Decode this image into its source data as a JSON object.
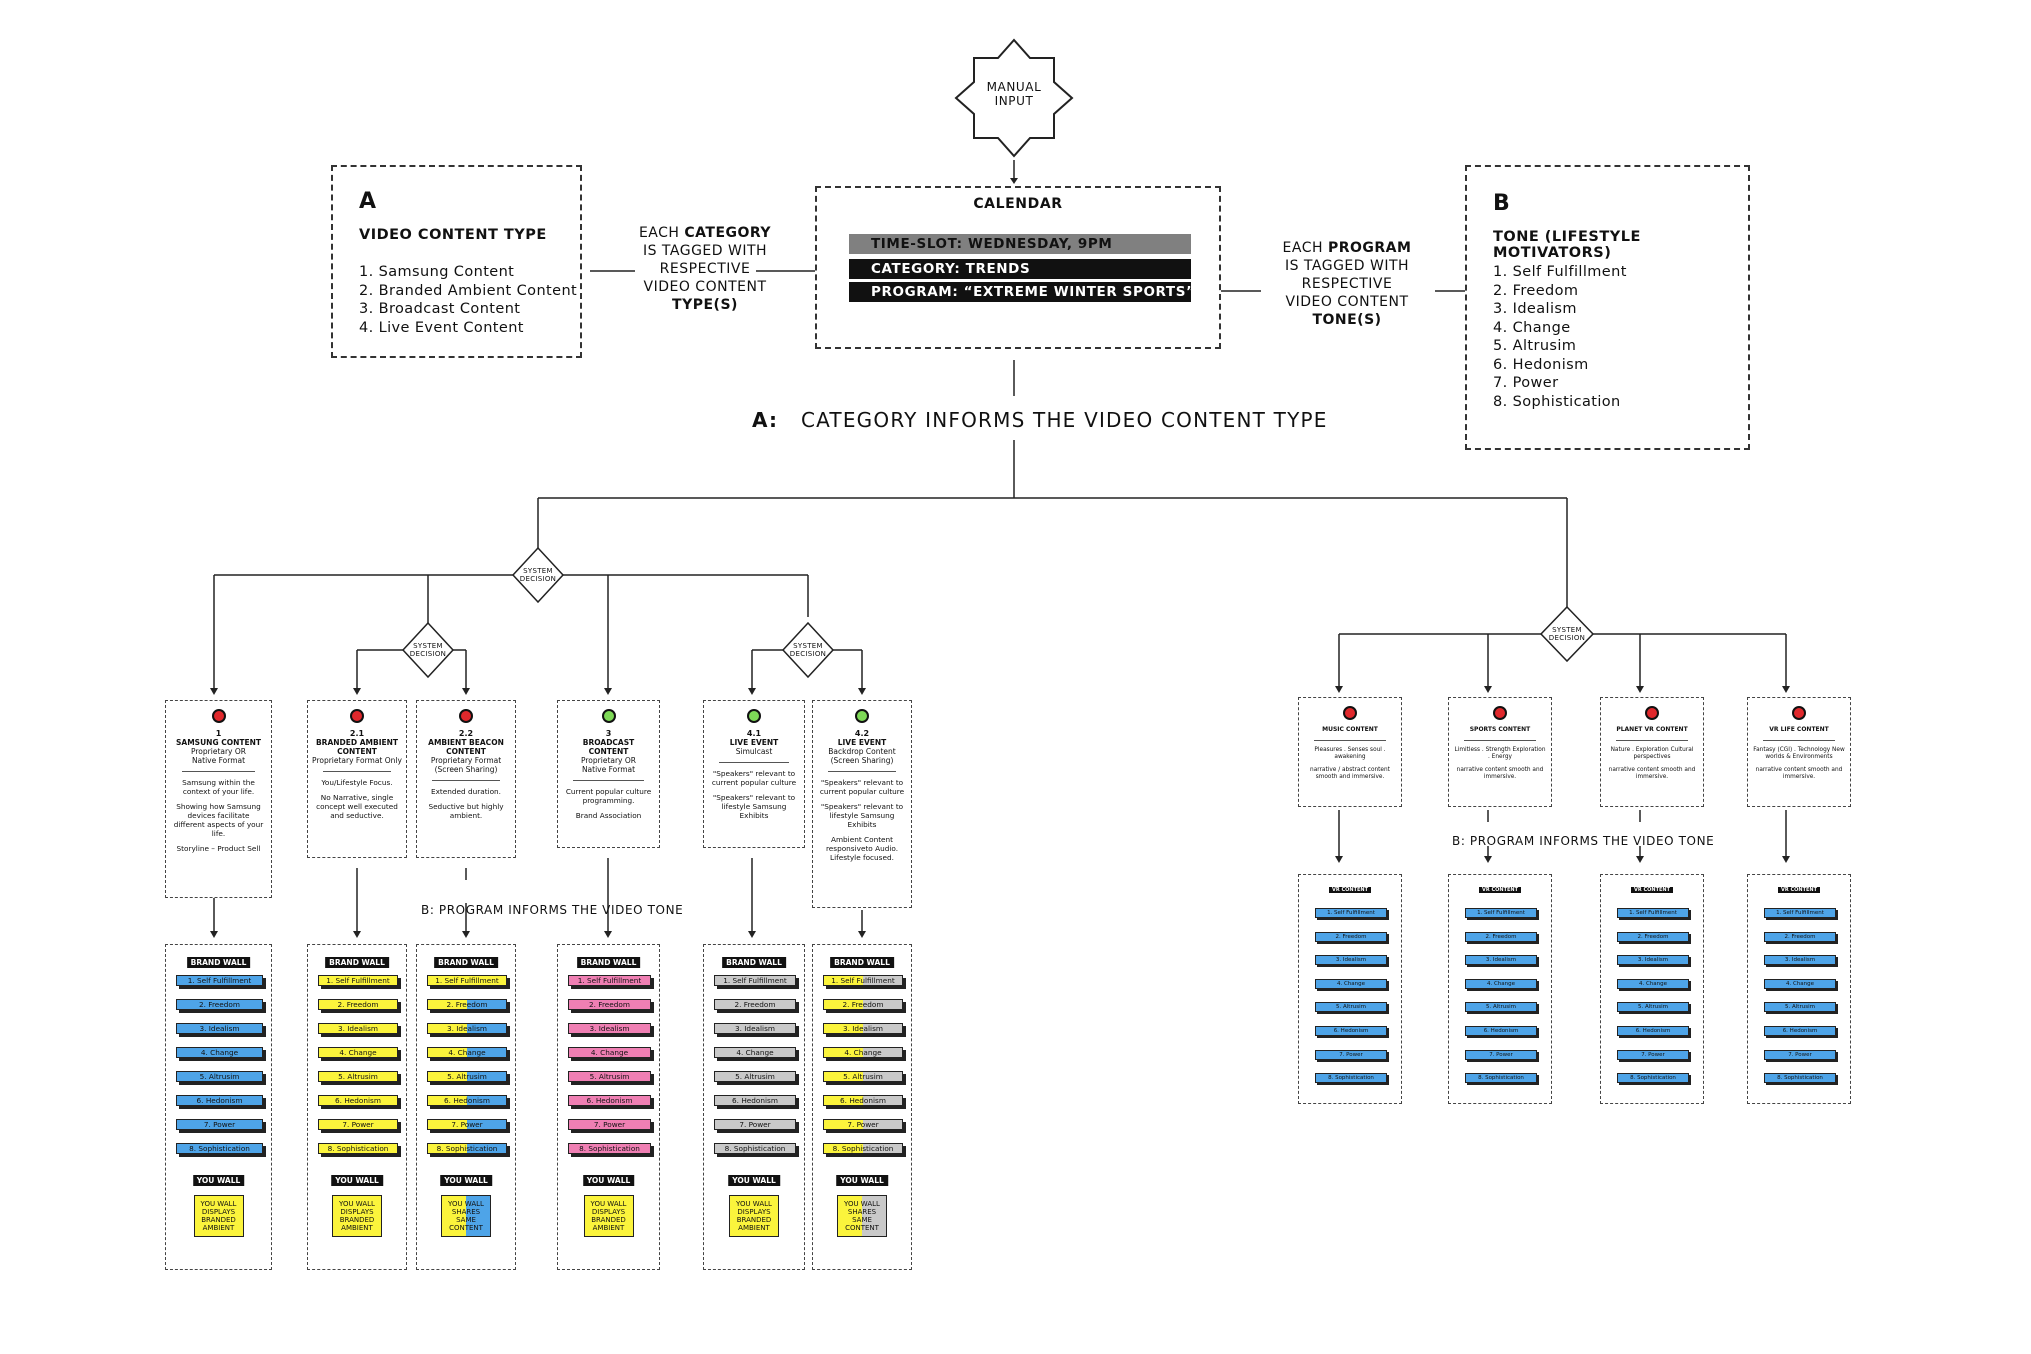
{
  "manual_input": "MANUAL\nINPUT",
  "panel_a": {
    "letter": "A",
    "title": "VIDEO CONTENT TYPE",
    "items": [
      "1. Samsung Content",
      "2. Branded Ambient Content",
      "3. Broadcast Content",
      "4. Live Event Content"
    ]
  },
  "panel_b": {
    "letter": "B",
    "title": "TONE (LIFESTYLE MOTIVATORS)",
    "items": [
      "1. Self Fulfillment",
      "2. Freedom",
      "3. Idealism",
      "4. Change",
      "5. Altrusim",
      "6. Hedonism",
      "7. Power",
      "8. Sophistication"
    ]
  },
  "category_note": {
    "l1": "EACH",
    "l1b": "CATEGORY",
    "l2": "IS TAGGED WITH",
    "l3": "RESPECTIVE",
    "l4": "VIDEO CONTENT",
    "l5": "TYPE(S)"
  },
  "program_note": {
    "l1": "EACH",
    "l1b": "PROGRAM",
    "l2": "IS TAGGED WITH",
    "l3": "RESPECTIVE",
    "l4": "VIDEO CONTENT",
    "l5": "TONE(S)"
  },
  "calendar": {
    "title": "CALENDAR",
    "time_slot": "TIME-SLOT:  WEDNESDAY, 9PM",
    "category": "CATEGORY: TRENDS",
    "program": "PROGRAM: “EXTREME WINTER SPORTS”"
  },
  "heading_a": {
    "prefix": "A:",
    "text": "CATEGORY INFORMS THE VIDEO CONTENT TYPE"
  },
  "heading_b_left": "B:   PROGRAM INFORMS THE VIDEO TONE",
  "heading_b_right": "B:   PROGRAM INFORMS THE VIDEO TONE",
  "system_decision": "SYSTEM\nDECISION",
  "colors": {
    "blue": "#4ea4e8",
    "yellow": "#fbf43c",
    "pink": "#ef7fb3",
    "grey": "#c9c9c9",
    "red": "#e0282c",
    "green": "#7ed957",
    "bar_grey": "#808080",
    "black": "#111111"
  },
  "columns": [
    {
      "num": "1",
      "title": "SAMSUNG CONTENT",
      "sub": "Proprietary OR\nNative Format",
      "body": [
        "Samsung within the context of your life.",
        "Showing how Samsung devices facilitate different aspects of your life.",
        "Storyline – Product Sell"
      ],
      "icon": "red"
    },
    {
      "num": "2.1",
      "title": "BRANDED AMBIENT\nCONTENT",
      "sub": "Proprietary Format Only",
      "body": [
        "You/Lifestyle Focus.",
        "No Narrative, single concept well executed and seductive."
      ],
      "icon": "red"
    },
    {
      "num": "2.2",
      "title": "AMBIENT BEACON\nCONTENT",
      "sub": "Proprietary Format\n(Screen Sharing)",
      "body": [
        "Extended duration.",
        "Seductive but highly ambient."
      ],
      "icon": "red"
    },
    {
      "num": "3",
      "title": "BROADCAST CONTENT",
      "sub": "Proprietary OR\nNative Format",
      "body": [
        "Current popular culture programming.",
        "Brand Association"
      ],
      "icon": "green"
    },
    {
      "num": "4.1",
      "title": "LIVE EVENT",
      "sub": "Simulcast",
      "body": [
        "\"Speakers\" relevant to current popular culture",
        "\"Speakers\" relevant to lifestyle Samsung Exhibits"
      ],
      "icon": "green"
    },
    {
      "num": "4.2",
      "title": "LIVE EVENT",
      "sub": "Backdrop Content\n(Screen Sharing)",
      "body": [
        "\"Speakers\" relevant to current popular culture",
        "\"Speakers\" relevant to lifestyle Samsung Exhibits",
        "Ambient Content responsiveto Audio. Lifestyle focused."
      ],
      "icon": "green"
    }
  ],
  "right_columns": [
    {
      "title": "MUSIC CONTENT",
      "body": [
        "Pleasures . Senses soul . awakening",
        "narrative / abstract content smooth and immersive."
      ]
    },
    {
      "title": "SPORTS CONTENT",
      "body": [
        "Limitless . Strength Exploration . Energy",
        "narrative content smooth and immersive."
      ]
    },
    {
      "title": "PLANET VR CONTENT",
      "body": [
        "Nature . Exploration Cultural perspectives",
        "narrative content smooth and immersive."
      ]
    },
    {
      "title": "VR LIFE CONTENT",
      "body": [
        "Fantasy (CGI) . Technology New worlds & Environments",
        "narrative content smooth and immersive."
      ]
    }
  ],
  "brand_wall_label": "BRAND WALL",
  "vr_wall_label": "VR CONTENT",
  "you_wall_label": "YOU WALL",
  "tones": [
    "1. Self Fulfillment",
    "2. Freedom",
    "3. Idealism",
    "4. Change",
    "5. Altrusim",
    "6. Hedonism",
    "7. Power",
    "8. Sophistication"
  ],
  "mini_tones": [
    "1. Self Fulfillment",
    "2. Freedom",
    "3. Idealism",
    "4. Change",
    "5. Altrusim",
    "6. Hedonism",
    "7. Power",
    "8. Sophistication"
  ],
  "you_walls": [
    {
      "text": "YOU WALL\nDISPLAYS\nBRANDED\nAMBIENT",
      "color": "yellow"
    },
    {
      "text": "YOU WALL\nDISPLAYS\nBRANDED\nAMBIENT",
      "color": "yellow"
    },
    {
      "text": "YOU WALL\nSHARES\nSAME\nCONTENT",
      "color": "split_blue"
    },
    {
      "text": "YOU WALL\nDISPLAYS\nBRANDED\nAMBIENT",
      "color": "yellow"
    },
    {
      "text": "YOU WALL\nDISPLAYS\nBRANDED\nAMBIENT",
      "color": "yellow"
    },
    {
      "text": "YOU WALL\nSHARES\nSAME\nCONTENT",
      "color": "split_grey"
    }
  ],
  "wall_colors": [
    "blue",
    "yellow",
    "split_blue",
    "pink",
    "grey",
    "split_grey"
  ]
}
